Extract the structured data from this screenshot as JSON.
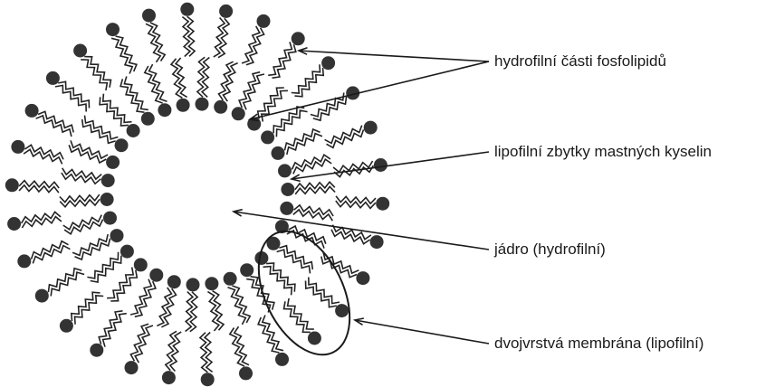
{
  "labels": {
    "hydrophilic_heads": "hydrofilní části fosfolipidů",
    "lipophilic_tails": "lipofilní zbytky mastných kyselin",
    "core": "jádro (hydrofilní)",
    "bilayer": "dvojvrstvá membrána (lipofilní)"
  },
  "colors": {
    "head": "#333333",
    "tail": "#222222",
    "line": "#1a1a1a",
    "background": "#ffffff"
  }
}
